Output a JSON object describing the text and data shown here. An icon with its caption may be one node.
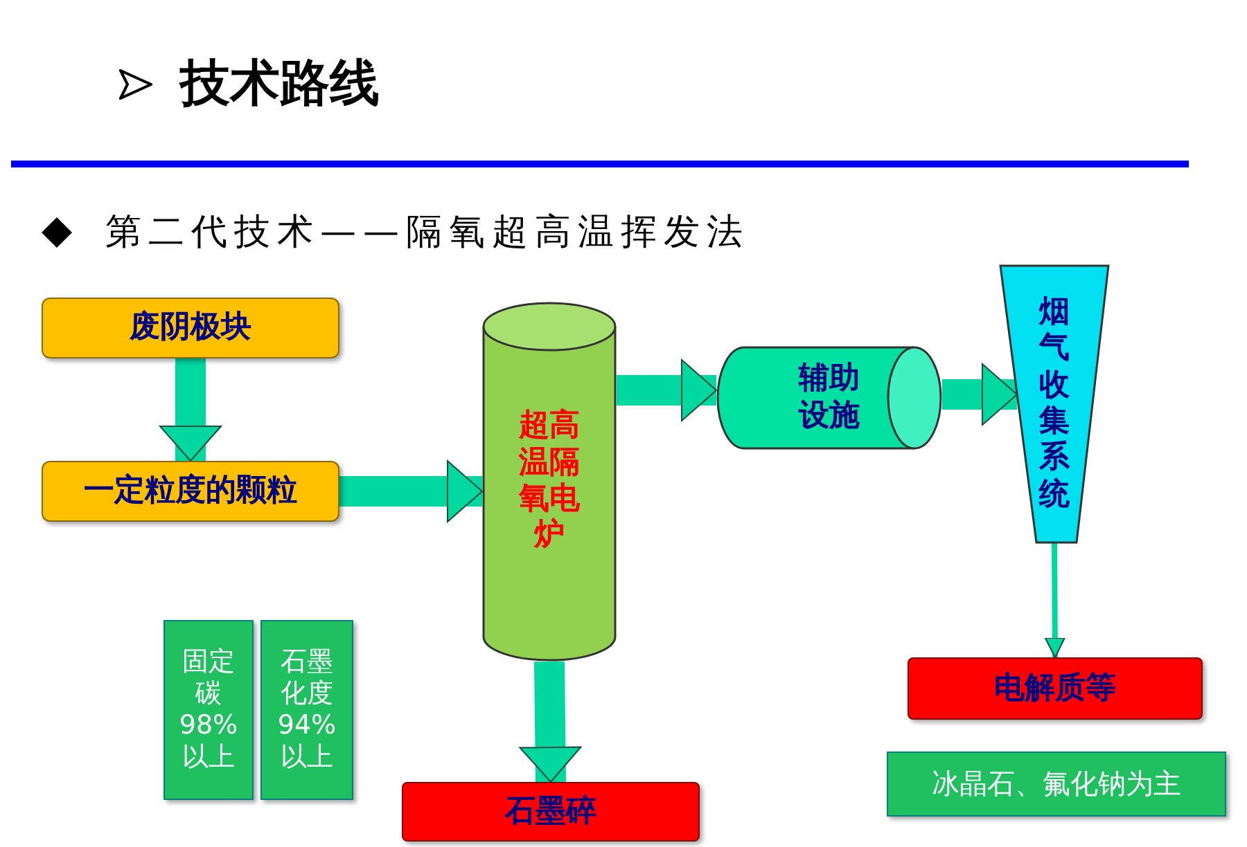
{
  "diagram": {
    "title": "技术路线",
    "nodes": [
      {
        "text": [
          "废阴极块"
        ]
      },
      {
        "text": [
          "一定粒度的颗粒"
        ]
      },
      {
        "text": [
          "超高温隔氧电炉"
        ]
      },
      {
        "text": [
          "辅助设施"
        ]
      },
      {
        "text": [
          "烟气收集系统"
        ]
      },
      {
        "text": [
          "电解质等"
        ]
      },
      {
        "text": [
          "石墨碎"
        ]
      },
      {
        "text": [
          "固定碳98%以上"
        ]
      },
      {
        "text": [
          "石墨化度94%以上"
        ]
      },
      {
        "text": [
          "冰晶石、氟化钠为主"
        ]
      }
    ],
    "edges": [
      {
        "from": 0,
        "to": 1,
        "arrow": "to"
      },
      {
        "from": 1,
        "to": 2,
        "arrow": "to"
      },
      {
        "from": 2,
        "to": 3,
        "arrow": "to"
      },
      {
        "from": 3,
        "to": 4,
        "arrow": "to"
      },
      {
        "from": 4,
        "to": 5,
        "arrow": "to"
      },
      {
        "from": 2,
        "to": 6,
        "arrow": "to"
      }
    ],
    "labels": [
      "第二代技术——隔氧超高温挥发法"
    ]
  }
}
